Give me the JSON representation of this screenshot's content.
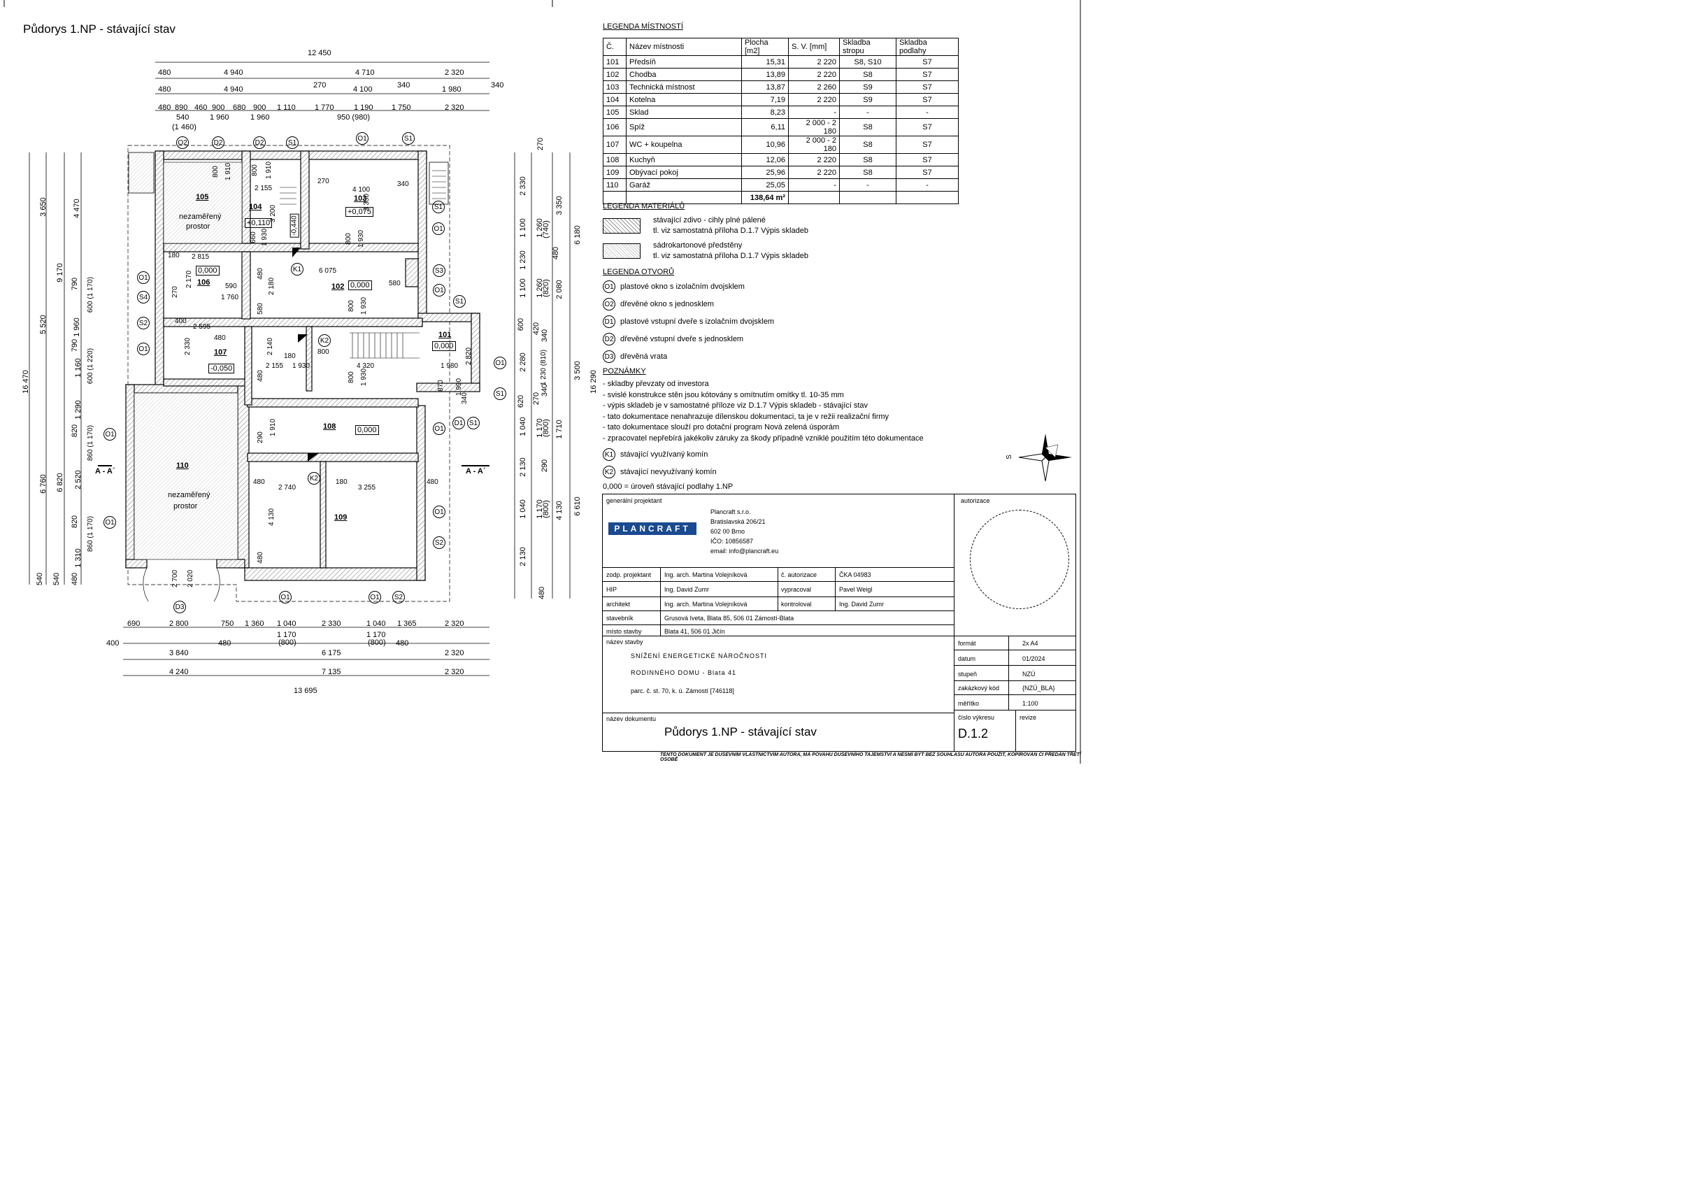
{
  "title": "Půdorys 1.NP - stávající stav",
  "room_legend": {
    "heading": "LEGENDA MÍSTNOSTÍ",
    "columns": [
      "Č.",
      "Název místnosti",
      "Plocha [m2]",
      "S. V. [mm]",
      "Skladba stropu",
      "Skladba podlahy"
    ],
    "rows": [
      [
        "101",
        "Předsíň",
        "15,31",
        "2 220",
        "S8, S10",
        "S7"
      ],
      [
        "102",
        "Chodba",
        "13,89",
        "2 220",
        "S8",
        "S7"
      ],
      [
        "103",
        "Technická místnost",
        "13,87",
        "2 260",
        "S9",
        "S7"
      ],
      [
        "104",
        "Kotelna",
        "7,19",
        "2 220",
        "S9",
        "S7"
      ],
      [
        "105",
        "Sklad",
        "8,23",
        "-",
        "-",
        "-"
      ],
      [
        "106",
        "Spíž",
        "6,11",
        "2 000 - 2 180",
        "S8",
        "S7"
      ],
      [
        "107",
        "WC + koupelna",
        "10,96",
        "2 000 - 2 180",
        "S8",
        "S7"
      ],
      [
        "108",
        "Kuchyň",
        "12,06",
        "2 220",
        "S8",
        "S7"
      ],
      [
        "109",
        "Obývací pokoj",
        "25,96",
        "2 220",
        "S8",
        "S7"
      ],
      [
        "110",
        "Garáž",
        "25,05",
        "-",
        "-",
        "-"
      ]
    ],
    "total": "138,64 m²"
  },
  "material_legend": {
    "heading": "LEGENDA MATERIÁLŮ",
    "items": [
      {
        "line1": "stávající zdivo - cihly plné pálené",
        "line2": "tl. viz samostatná příloha D.1.7 Výpis skladeb"
      },
      {
        "line1": "sádrokartonové předstěny",
        "line2": "tl. viz samostatná příloha D.1.7 Výpis skladeb"
      }
    ]
  },
  "openings_legend": {
    "heading": "LEGENDA OTVORŮ",
    "items": [
      {
        "code": "O1",
        "text": "plastové okno s izolačním dvojsklem"
      },
      {
        "code": "O2",
        "text": "dřevěné okno s jednosklem"
      },
      {
        "code": "D1",
        "text": "plastové vstupní dveře s izolačním dvojsklem"
      },
      {
        "code": "D2",
        "text": "dřevěné vstupní dveře s jednosklem"
      },
      {
        "code": "D3",
        "text": "dřevěná vrata"
      }
    ]
  },
  "notes": {
    "heading": "POZNÁMKY",
    "items": [
      "- skladby převzaty od investora",
      "- svislé konstrukce stěn jsou kótovány s omítnutím omítky tl. 10-35 mm",
      "- výpis skladeb je v samostatné příloze viz D.1.7 Výpis skladeb - stávající stav",
      "- tato dokumentace nenahrazuje dílenskou dokumentaci, ta je v režii realizační firmy",
      "- tato dokumentace slouží pro dotační program Nová zelená úsporám",
      "- zpracovatel nepřebírá jakékoliv záruky za škody případně vzniklé použitím této dokumentace"
    ],
    "chimneys": [
      {
        "code": "K1",
        "text": "stávající využívaný komín"
      },
      {
        "code": "K2",
        "text": "stávající nevyužívaný komín"
      }
    ],
    "level": "0,000 = úroveň stávající podlahy 1.NP"
  },
  "title_block": {
    "general_designer_label": "generální projektant",
    "authorization_label": "autorizace",
    "logo_text": "PLANCRAFT",
    "company": [
      "Plancraft s.r.o.",
      "Bratislavská 206/21",
      "602 00 Brno",
      "IČO: 10856587",
      "email: info@plancraft.eu"
    ],
    "responsible_label": "zodp. projektant",
    "responsible": "Ing. arch. Martina Volejníková",
    "auth_no_label": "č. autorizace",
    "auth_no": "ČKA 04983",
    "hip_label": "HIP",
    "hip": "Ing. David Zumr",
    "drawn_label": "vypracoval",
    "drawn": "Pavel Weigl",
    "architect_label": "architekt",
    "architect": "Ing. arch. Martina Volejníková",
    "checked_label": "kontroloval",
    "checked": "Ing. David Zumr",
    "builder_label": "stavebník",
    "builder": "Grusová Iveta, Blata 85, 506 01 Zámostí-Blata",
    "site_label": "místo stavby",
    "site": "Blata 41, 506 01 Jičín",
    "building_label": "název stavby",
    "building_line1": "SNÍŽENÍ ENERGETICKÉ NÁROČNOSTI",
    "building_line2": "RODINNÉHO DOMU - Blata 41",
    "parcel": "parc. č. st. 70, k. ú. Zámostí [746118]",
    "format_label": "formát",
    "format": "2x A4",
    "date_label": "datum",
    "date": "01/2024",
    "stage_label": "stupeň",
    "stage": "NZÚ",
    "order_label": "zakázkový kód",
    "order": "{NZÚ_BLA}",
    "scale_label": "měřítko",
    "scale": "1:100",
    "doc_label": "název dokumentu",
    "doc_name": "Půdorys 1.NP - stávající stav",
    "drawing_no_label": "číslo výkresu",
    "drawing_no": "D.1.2",
    "revision_label": "revize"
  },
  "footer": "TENTO DOKUMENT JE DUŠEVNÍM VLASTNICTVÍM AUTORA, MÁ POVAHU DUŠEVNÍHO TAJEMSTVÍ A NESMÍ BÝT BEZ SOUHLASU AUTORA POUŽIT, KOPÍROVÁN ČI PŘEDÁN TŘETÍ OSOBĚ",
  "plan": {
    "top_dims": [
      "12 450",
      "480",
      "4 940",
      "4 710",
      "2 320",
      "480",
      "4 940",
      "270",
      "4 100",
      "340",
      "1 980",
      "340",
      "480",
      "890",
      "460",
      "900",
      "680",
      "900",
      "1 110",
      "1 770",
      "1 190",
      "1 750",
      "2 320",
      "540",
      "(1 460)",
      "1 960",
      "1 960",
      "950 (980)"
    ],
    "bottom_dims": [
      "690",
      "2 800",
      "750",
      "1 360",
      "1 040",
      "2 330",
      "1 040",
      "1 365",
      "2 320",
      "400",
      "3 840",
      "480",
      "6 175",
      "2 320",
      "4 240",
      "7 135",
      "2 320",
      "13 695",
      "1 170",
      "(800)",
      "1 170",
      "(800)",
      "480"
    ],
    "left_dims": [
      "16 470",
      "3 650",
      "9 170",
      "5 520",
      "6 760",
      "4 470",
      "1 960",
      "6 820",
      "540",
      "540",
      "480",
      "790",
      "600 (1 170)",
      "1 160",
      "790",
      "600 (1 220)",
      "1 290",
      "820",
      "860 (1 170)",
      "2 520",
      "820",
      "860 (1 170)",
      "1 310"
    ],
    "right_dims": [
      "270",
      "2 330",
      "3 350",
      "6 180",
      "16 290",
      "1 100",
      "1 260",
      "(740)",
      "480",
      "1 230",
      "1 100",
      "2 080",
      "1 260",
      "(820)",
      "600",
      "420",
      "340",
      "2 280",
      "1 230 (810)",
      "3 500",
      "620",
      "270",
      "340",
      "1 040",
      "1 170",
      "(800)",
      "1 710",
      "290",
      "2 130",
      "6 610",
      "1 040",
      "1 170",
      "(800)",
      "4 130",
      "2 130",
      "480"
    ],
    "rooms": [
      {
        "no": "105",
        "name1": "nezaměřený",
        "name2": "prostor"
      },
      {
        "no": "104",
        "level": "+0,110",
        "extra": "-0,440"
      },
      {
        "no": "103",
        "level": "+0,075"
      },
      {
        "no": "106",
        "level": "0,000"
      },
      {
        "no": "102",
        "level": "0,000"
      },
      {
        "no": "107",
        "level": "-0,050"
      },
      {
        "no": "101",
        "level": "0,000"
      },
      {
        "no": "108",
        "level": "0,000"
      },
      {
        "no": "110",
        "name1": "nezaměřený",
        "name2": "prostor"
      },
      {
        "no": "109"
      }
    ],
    "inner_dims": [
      "800",
      "1 910",
      "800",
      "1 910",
      "2 155",
      "3 200",
      "270",
      "4 100",
      "340",
      "3 350",
      "660",
      "1 930",
      "800",
      "1 930",
      "180",
      "2 815",
      "2 170",
      "270",
      "590",
      "1 760",
      "6 075",
      "480",
      "2 180",
      "580",
      "580",
      "800",
      "1 930",
      "400",
      "2 595",
      "480",
      "2 330",
      "2 140",
      "180",
      "800",
      "2 155",
      "1 930",
      "4 320",
      "1 980",
      "2 820",
      "480",
      "800",
      "1 930",
      "870",
      "1 990",
      "340",
      "290",
      "1 910",
      "480",
      "2 740",
      "180",
      "3 255",
      "480",
      "4 130",
      "480",
      "2 700",
      "2 020"
    ],
    "markers": [
      "O2",
      "D2",
      "D2",
      "S1",
      "O1",
      "S1",
      "S1",
      "O1",
      "K1",
      "S3",
      "O1",
      "S1",
      "O1",
      "S4",
      "S2",
      "O1",
      "K2",
      "O1",
      "S1",
      "D1",
      "S1",
      "O1",
      "O1",
      "K2",
      "O1",
      "O1",
      "O1",
      "S2",
      "O1",
      "O1",
      "S2",
      "D3"
    ],
    "section_marks": [
      "A - A´",
      "A - A´"
    ],
    "north": "S"
  }
}
